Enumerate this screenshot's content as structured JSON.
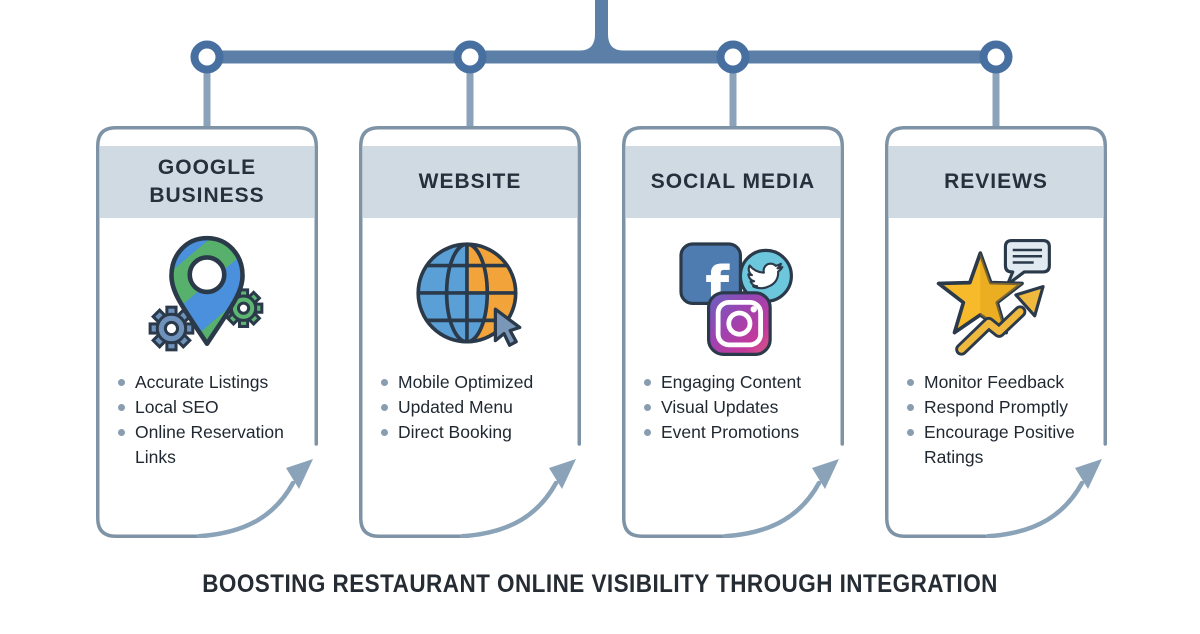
{
  "title": "BOOSTING RESTAURANT ONLINE VISIBILITY THROUGH INTEGRATION",
  "cards": [
    {
      "title": "GOOGLE BUSINESS",
      "icons": [
        "map-pin-icon",
        "gear-icon",
        "gear-icon"
      ],
      "items": [
        "Accurate Listings",
        "Local SEO",
        "Online Reservation Links"
      ]
    },
    {
      "title": "WEBSITE",
      "icons": [
        "globe-icon",
        "cursor-icon"
      ],
      "items": [
        "Mobile Optimized",
        "Updated Menu",
        "Direct Booking"
      ]
    },
    {
      "title": "SOCIAL MEDIA",
      "icons": [
        "facebook-icon",
        "twitter-icon",
        "instagram-icon"
      ],
      "items": [
        "Engaging Content",
        "Visual Updates",
        "Event Promotions"
      ]
    },
    {
      "title": "REVIEWS",
      "icons": [
        "star-icon",
        "speech-bubble-icon",
        "trend-arrow-icon"
      ],
      "items": [
        "Monitor Feedback",
        "Respond Promptly",
        "Encourage Positive Ratings"
      ]
    }
  ],
  "colors": {
    "connector": "#5b7fa6",
    "connector-node": "#476fa0",
    "stem": "#8ba3ba",
    "card-border": "#7e94a6",
    "header-band": "#d0dae3",
    "arrow": "#8ba3b8",
    "heading-text": "#26303c",
    "body-text": "#1f2730"
  }
}
